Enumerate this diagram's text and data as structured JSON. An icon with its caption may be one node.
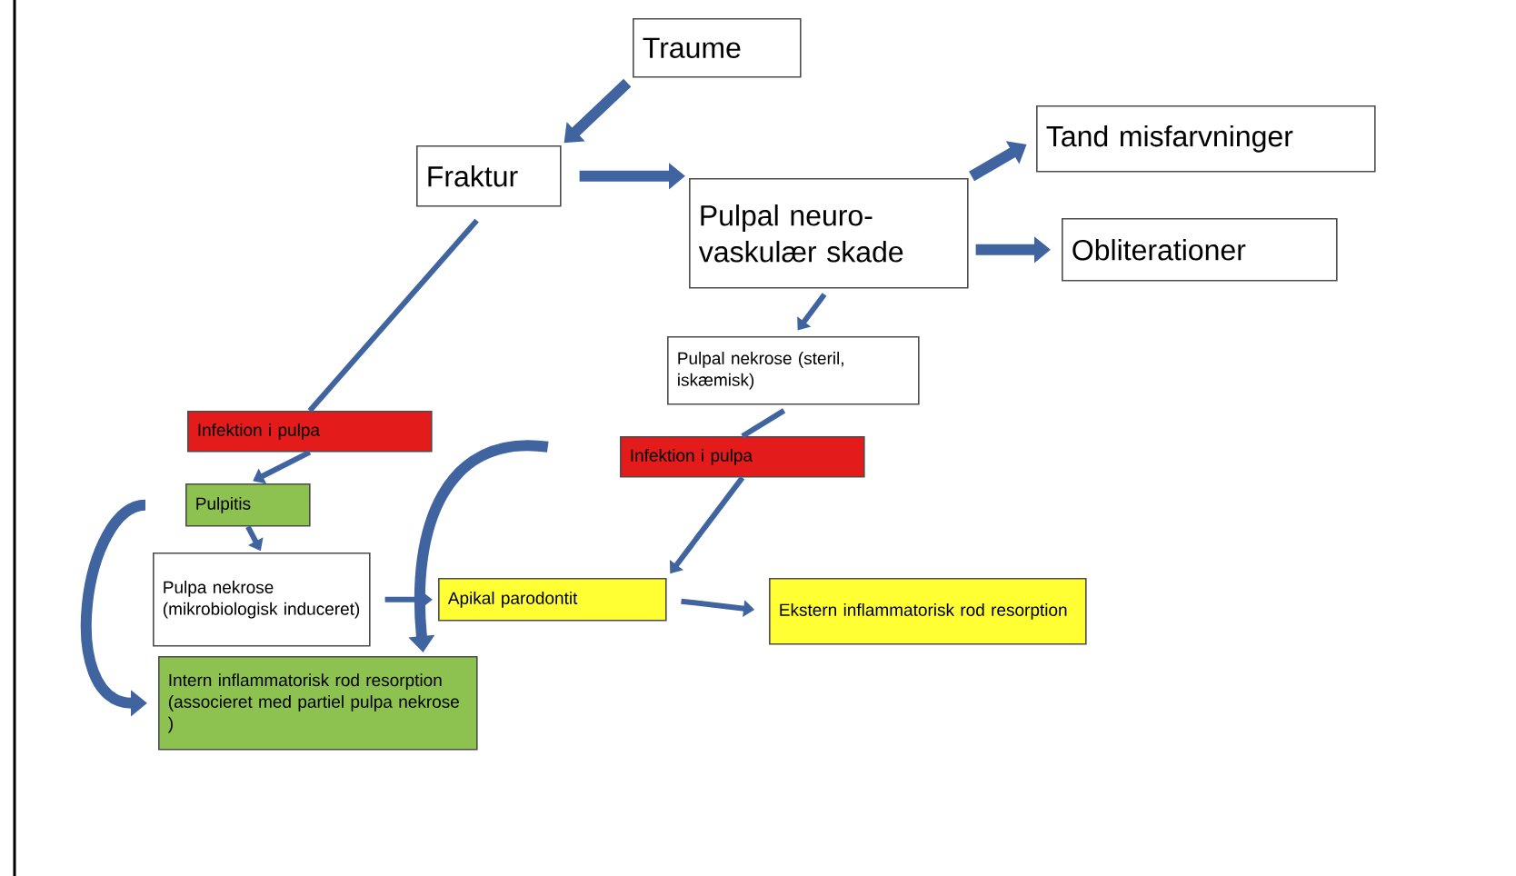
{
  "diagram": {
    "nodes": [
      {
        "text": [
          "Traume"
        ]
      },
      {
        "text": [
          "Fraktur"
        ]
      },
      {
        "text": [
          "Pulpal neuro-vaskulær skade"
        ]
      },
      {
        "text": [
          "Tand misfarvninger"
        ]
      },
      {
        "text": [
          "Obliterationer"
        ]
      },
      {
        "text": [
          "Pulpal nekrose (steril, iskæmisk)"
        ]
      },
      {
        "text": [
          "Infektion i pulpa"
        ]
      },
      {
        "text": [
          "Pulpitis"
        ]
      },
      {
        "text": [
          "Pulpa nekrose (mikrobiologisk induceret)"
        ]
      },
      {
        "text": [
          "Intern inflammatorisk rod resorption (associeret med partiel pulpa nekrose )"
        ]
      },
      {
        "text": [
          "Infektion i pulpa"
        ]
      },
      {
        "text": [
          "Apikal parodontit"
        ]
      },
      {
        "text": [
          "Ekstern inflammatorisk rod resorption"
        ]
      }
    ],
    "edges": [
      {
        "from": 0,
        "to": 1,
        "arrow": "to",
        "style": "thick"
      },
      {
        "from": 1,
        "to": 2,
        "arrow": "to",
        "style": "thick"
      },
      {
        "from": 2,
        "to": 3,
        "arrow": "to",
        "style": "thick"
      },
      {
        "from": 2,
        "to": 4,
        "arrow": "to",
        "style": "thick"
      },
      {
        "from": 2,
        "to": 5,
        "arrow": "to"
      },
      {
        "from": 1,
        "to": 6,
        "arrow": "none"
      },
      {
        "from": 6,
        "to": 7,
        "arrow": "to"
      },
      {
        "from": 7,
        "to": 8,
        "arrow": "to"
      },
      {
        "from": 7,
        "to": 9,
        "arrow": "to",
        "style": "thick"
      },
      {
        "from": 8,
        "to": 11,
        "arrow": "to"
      },
      {
        "from": 10,
        "to": 9,
        "arrow": "to",
        "style": "thick"
      },
      {
        "from": 5,
        "to": 10,
        "arrow": "none"
      },
      {
        "from": 10,
        "to": 11,
        "arrow": "to"
      },
      {
        "from": 11,
        "to": 12,
        "arrow": "to"
      }
    ]
  }
}
